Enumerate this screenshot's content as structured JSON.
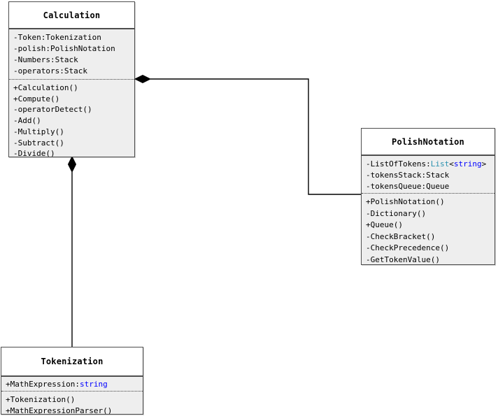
{
  "diagram": {
    "kind": "uml-class-diagram",
    "colors": {
      "type_name": "#2B91AF",
      "keyword": "#0000FF",
      "box_body": "#eeeeee",
      "box_title": "#ffffff",
      "border": "#4e4e4e",
      "connector": "#000000"
    },
    "classes": [
      {
        "name": "Calculation",
        "attributes": [
          [
            "-Token:Tokenization"
          ],
          [
            "-polish:PolishNotation"
          ],
          [
            "-Numbers:Stack"
          ],
          [
            "-operators:Stack"
          ]
        ],
        "methods": [
          [
            "+Calculation()"
          ],
          [
            "+Compute()"
          ],
          [
            "-operatorDetect()"
          ],
          [
            "-Add()"
          ],
          [
            "-Multiply()"
          ],
          [
            "-Subtract()"
          ],
          [
            "-Divide()"
          ]
        ]
      },
      {
        "name": "PolishNotation",
        "attributes": [
          [
            "-ListOfTokens:",
            {
              "t": "List",
              "c": "type_name"
            },
            "<",
            {
              "t": "string",
              "c": "keyword"
            },
            ">"
          ],
          [
            "-tokensStack:Stack"
          ],
          [
            "-tokensQueue:Queue"
          ]
        ],
        "methods": [
          [
            "+PolishNotation()"
          ],
          [
            "-Dictionary()"
          ],
          [
            "+Queue()"
          ],
          [
            "-CheckBracket()"
          ],
          [
            "-CheckPrecedence()"
          ],
          [
            "-GetTokenValue()"
          ]
        ]
      },
      {
        "name": "Tokenization",
        "attributes": [
          [
            "+MathExpression:",
            {
              "t": "string",
              "c": "keyword"
            }
          ]
        ],
        "methods": [
          [
            "+Tokenization()"
          ],
          [
            "+MathExpressionParser()"
          ]
        ]
      }
    ],
    "relationships": [
      {
        "type": "composition",
        "owner": "Calculation",
        "part": "PolishNotation",
        "diamond_at": "Calculation"
      },
      {
        "type": "composition",
        "owner": "Calculation",
        "part": "Tokenization",
        "diamond_at": "Calculation"
      }
    ]
  }
}
